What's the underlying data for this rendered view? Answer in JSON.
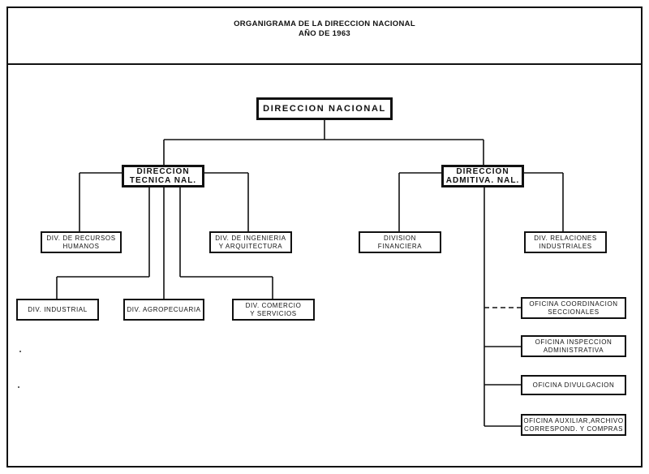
{
  "header": {
    "title_line1": "ORGANIGRAMA DE LA DIRECCION NACIONAL",
    "title_line2": "AÑO DE 1963"
  },
  "org": {
    "direccion_nacional": "DIRECCION NACIONAL",
    "direccion_tecnica": "DIRECCION\nTECNICA NAL.",
    "direccion_admitiva": "DIRECCION\nADMITIVA. NAL.",
    "div_recursos_humanos": "DIV. DE RECURSOS\nHUMANOS",
    "div_ingenieria": "DIV. DE INGENIERIA\nY ARQUITECTURA",
    "div_industrial": "DIV. INDUSTRIAL",
    "div_agropecuaria": "DIV. AGROPECUARIA",
    "div_comercio": "DIV. COMERCIO\nY SERVICIOS",
    "division_financiera": "DIVISION\nFINANCIERA",
    "div_relaciones": "DIV. RELACIONES\nINDUSTRIALES",
    "oficina_coordinacion": "OFICINA COORDINACION\nSECCIONALES",
    "oficina_inspeccion": "OFICINA INSPECCION\nADMINISTRATIVA",
    "oficina_divulgacion": "OFICINA DIVULGACION",
    "oficina_auxiliar": "OFICINA AUXILIAR,ARCHIVO\nCORRESPOND. Y COMPRAS"
  }
}
